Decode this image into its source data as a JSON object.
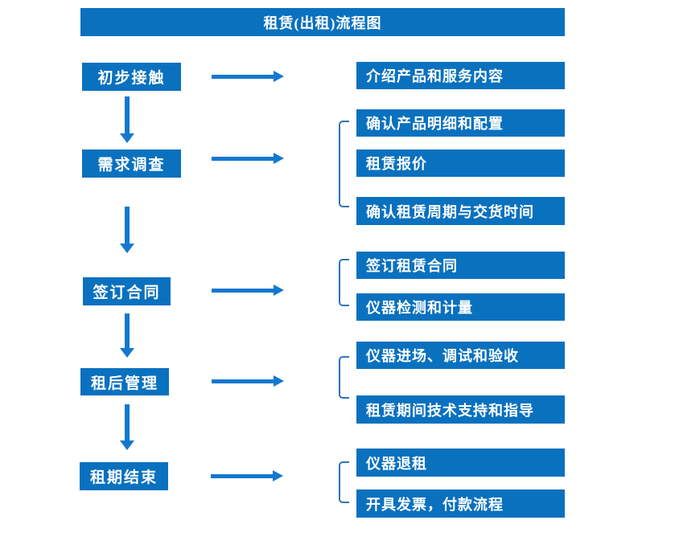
{
  "title": "租赁(出租)流程图",
  "colors": {
    "box_blue": "#0a71bf",
    "arrow_blue": "#1478cf",
    "bracket_blue": "#2e74b8",
    "text_white": "#ffffff"
  },
  "stages": [
    {
      "label": "初步接触",
      "details": [
        "介绍产品和服务内容"
      ]
    },
    {
      "label": "需求调查",
      "details": [
        "确认产品明细和配置",
        "租赁报价",
        "确认租赁周期与交货时间"
      ]
    },
    {
      "label": "签订合同",
      "details": [
        "签订租赁合同",
        "仪器检测和计量"
      ]
    },
    {
      "label": "租后管理",
      "details": [
        "仪器进场、调试和验收",
        "租赁期间技术支持和指导"
      ]
    },
    {
      "label": "租期结束",
      "details": [
        "仪器退租",
        "开具发票，付款流程"
      ]
    }
  ]
}
